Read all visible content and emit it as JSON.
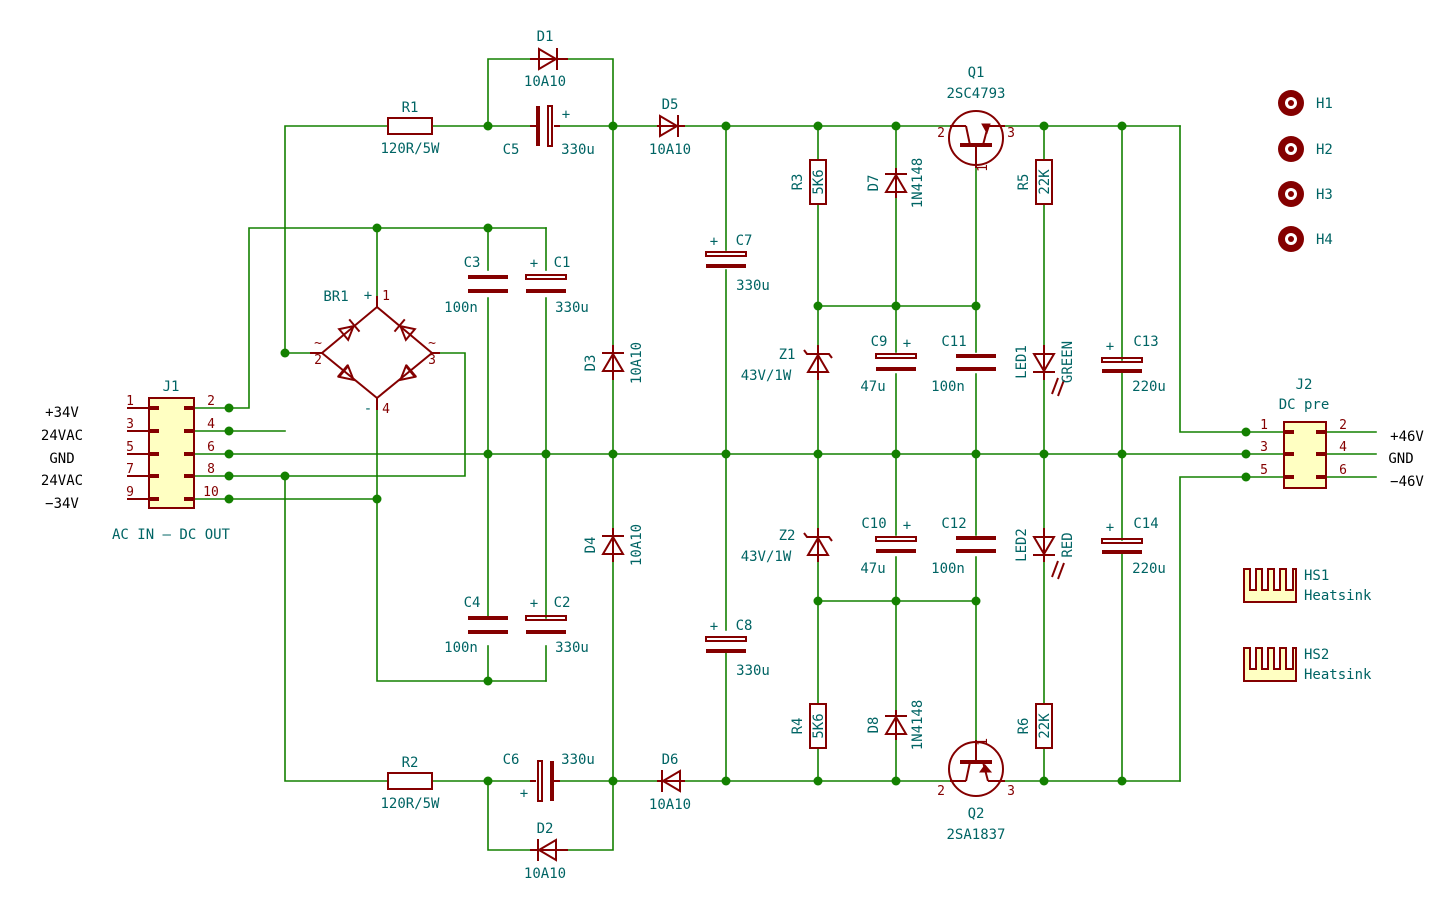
{
  "colors": {
    "wire": "#138000",
    "body": "#840000",
    "text": "#006464",
    "fill": "#ffffc2"
  },
  "j1": {
    "ref": "J1",
    "caption": "AC IN — DC OUT",
    "pins_left": [
      "1",
      "3",
      "5",
      "7",
      "9"
    ],
    "pins_right": [
      "2",
      "4",
      "6",
      "8",
      "10"
    ],
    "nets": [
      "+34V",
      "24VAC",
      "GND",
      "24VAC",
      "−34V"
    ]
  },
  "j2": {
    "ref": "J2",
    "value": "DC pre",
    "pins_left": [
      "1",
      "3",
      "5"
    ],
    "pins_right": [
      "2",
      "4",
      "6"
    ],
    "nets": [
      "+46V",
      "GND",
      "−46V"
    ]
  },
  "br1": {
    "ref": "BR1",
    "plus": "+",
    "minus": "-",
    "tilde": "~",
    "pins": [
      "1",
      "2",
      "3",
      "4"
    ]
  },
  "r1": {
    "ref": "R1",
    "value": "120R/5W"
  },
  "r2": {
    "ref": "R2",
    "value": "120R/5W"
  },
  "r3": {
    "ref": "R3",
    "value": "5K6"
  },
  "r4": {
    "ref": "R4",
    "value": "5K6"
  },
  "r5": {
    "ref": "R5",
    "value": "22K"
  },
  "r6": {
    "ref": "R6",
    "value": "22K"
  },
  "d1": {
    "ref": "D1",
    "value": "10A10"
  },
  "d2": {
    "ref": "D2",
    "value": "10A10"
  },
  "d3": {
    "ref": "D3",
    "value": "10A10"
  },
  "d4": {
    "ref": "D4",
    "value": "10A10"
  },
  "d5": {
    "ref": "D5",
    "value": "10A10"
  },
  "d6": {
    "ref": "D6",
    "value": "10A10"
  },
  "d7": {
    "ref": "D7",
    "value": "1N4148"
  },
  "d8": {
    "ref": "D8",
    "value": "1N4148"
  },
  "z1": {
    "ref": "Z1",
    "value": "43V/1W"
  },
  "z2": {
    "ref": "Z2",
    "value": "43V/1W"
  },
  "c1": {
    "ref": "C1",
    "value": "330u"
  },
  "c2": {
    "ref": "C2",
    "value": "330u"
  },
  "c3": {
    "ref": "C3",
    "value": "100n"
  },
  "c4": {
    "ref": "C4",
    "value": "100n"
  },
  "c5": {
    "ref": "C5",
    "value": "330u"
  },
  "c6": {
    "ref": "C6",
    "value": "330u"
  },
  "c7": {
    "ref": "C7",
    "value": "330u"
  },
  "c8": {
    "ref": "C8",
    "value": "330u"
  },
  "c9": {
    "ref": "C9",
    "value": "47u"
  },
  "c10": {
    "ref": "C10",
    "value": "47u"
  },
  "c11": {
    "ref": "C11",
    "value": "100n"
  },
  "c12": {
    "ref": "C12",
    "value": "100n"
  },
  "c13": {
    "ref": "C13",
    "value": "220u"
  },
  "c14": {
    "ref": "C14",
    "value": "220u"
  },
  "q1": {
    "ref": "Q1",
    "value": "2SC4793",
    "pins": [
      "1",
      "2",
      "3"
    ]
  },
  "q2": {
    "ref": "Q2",
    "value": "2SA1837",
    "pins": [
      "1",
      "2",
      "3"
    ]
  },
  "led1": {
    "ref": "LED1",
    "value": "GREEN"
  },
  "led2": {
    "ref": "LED2",
    "value": "RED"
  },
  "holes": [
    "H1",
    "H2",
    "H3",
    "H4"
  ],
  "hs1": {
    "ref": "HS1",
    "value": "Heatsink"
  },
  "hs2": {
    "ref": "HS2",
    "value": "Heatsink"
  },
  "polarity_plus": "+"
}
